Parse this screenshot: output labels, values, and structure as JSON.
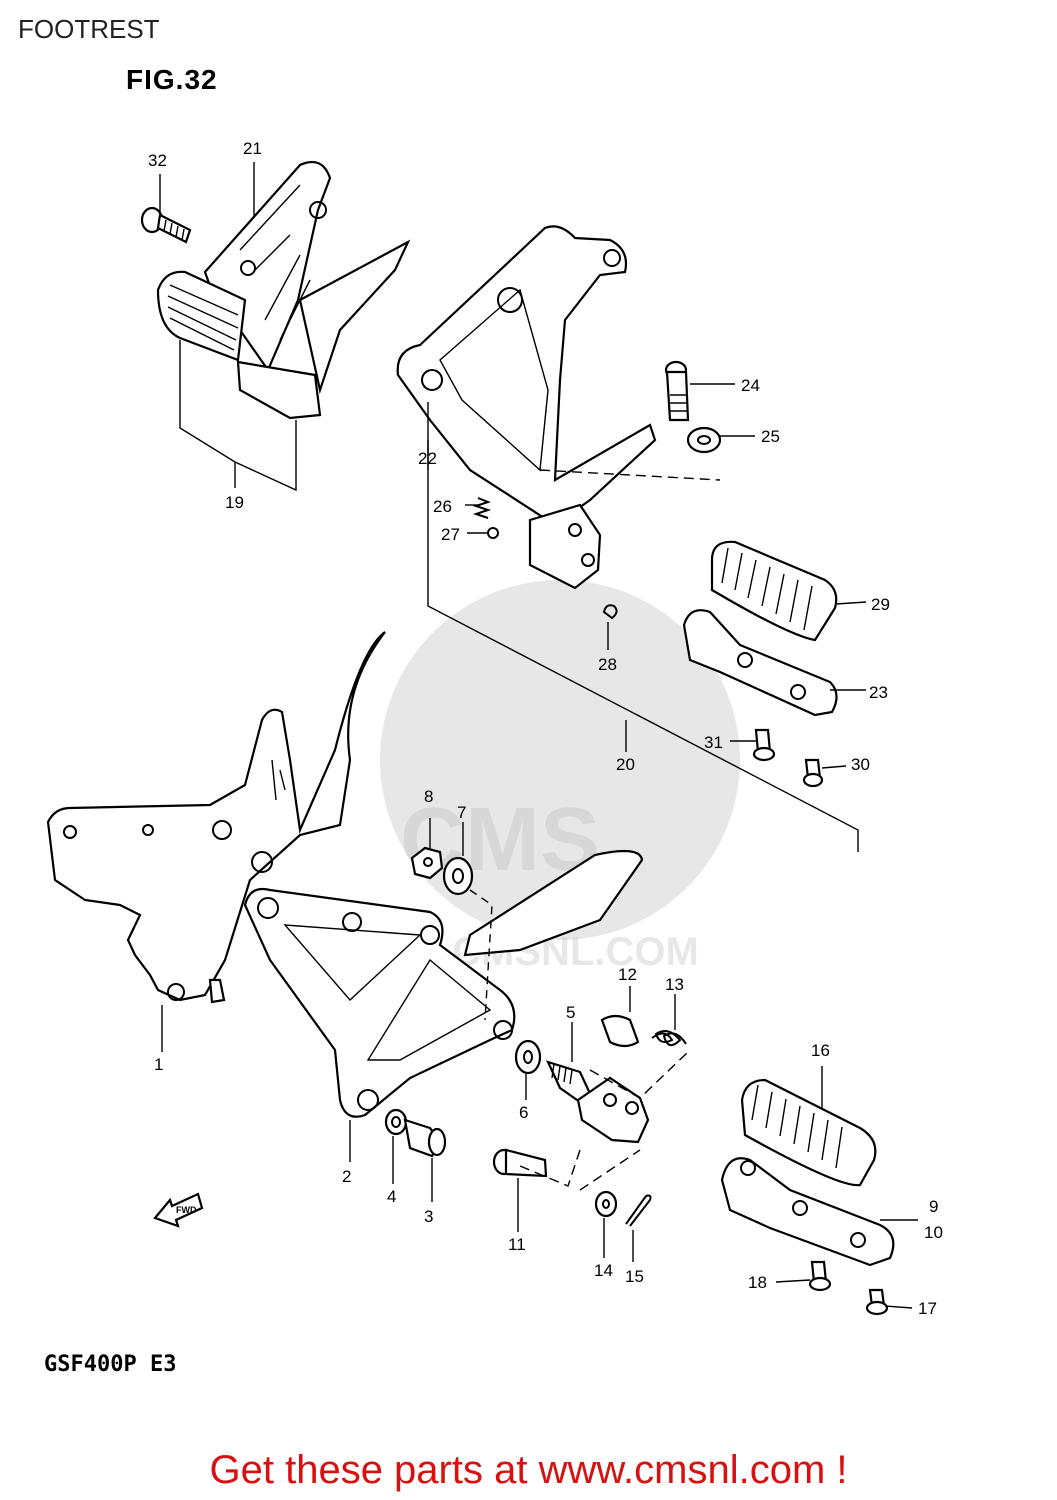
{
  "header": {
    "title": "FOOTREST"
  },
  "figure": {
    "label": "FIG.32",
    "model_code": "GSF400P E3",
    "fwd_label": "FWD"
  },
  "callouts": {
    "c1": "1",
    "c2": "2",
    "c3": "3",
    "c4": "4",
    "c5": "5",
    "c6": "6",
    "c7": "7",
    "c8": "8",
    "c9": "9",
    "c10": "10",
    "c11": "11",
    "c12": "12",
    "c13": "13",
    "c14": "14",
    "c15": "15",
    "c16": "16",
    "c17": "17",
    "c18": "18",
    "c19": "19",
    "c20": "20",
    "c21": "21",
    "c22": "22",
    "c23": "23",
    "c24": "24",
    "c25": "25",
    "c26": "26",
    "c27": "27",
    "c28": "28",
    "c29": "29",
    "c30": "30",
    "c31": "31",
    "c32": "32"
  },
  "watermark": {
    "text": "WWW.CMSNL.COM",
    "logo": "CMS"
  },
  "footer": {
    "link_text": "Get these parts at www.cmsnl.com !",
    "color": "#d81010"
  }
}
